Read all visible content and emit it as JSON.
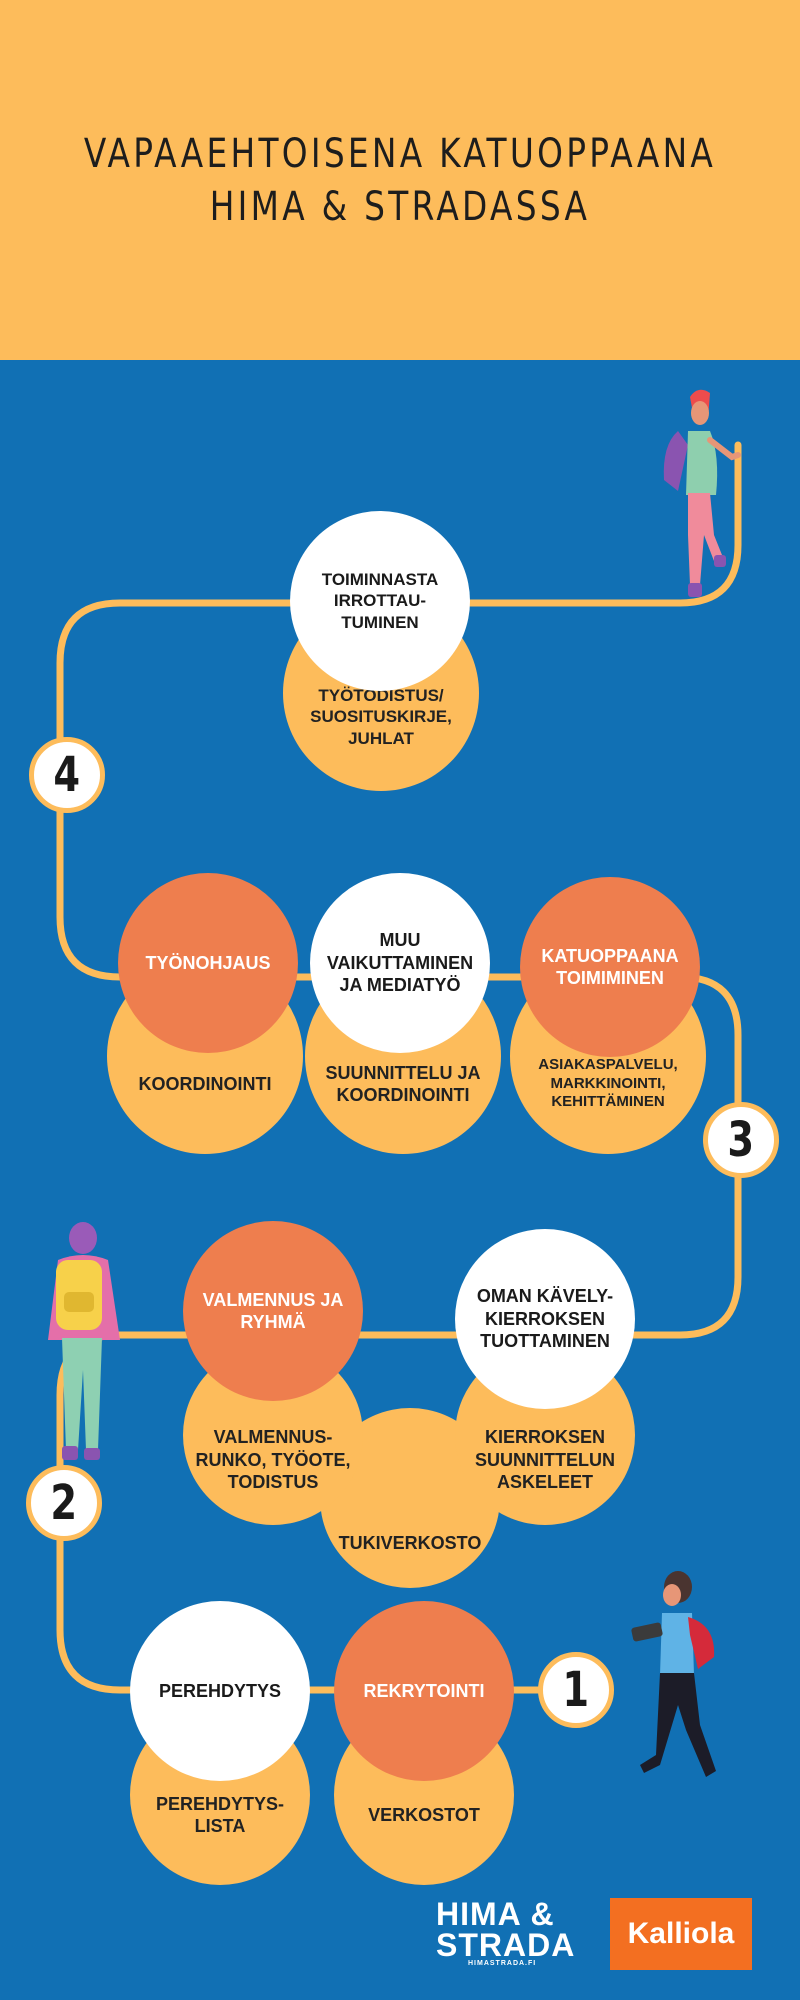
{
  "header": {
    "title_line1": "VAPAAEHTOISENA KATUOPPAANA",
    "title_line2": "HIMA & STRADASSA"
  },
  "colors": {
    "header_bg": "#fdbc5b",
    "body_bg": "#1170b4",
    "path": "#fdbc5b",
    "accent_red": "#ee7e4e",
    "kalliola_orange": "#f36f21"
  },
  "steps": {
    "s1": "1",
    "s2": "2",
    "s3": "3",
    "s4": "4"
  },
  "stage4": {
    "top": "TOIMINNASTA IRROTTAU-TUMINEN",
    "bottom": "TYÖTODISTUS/ SUOSITUSKIRJE, JUHLAT"
  },
  "stage3": {
    "a_top": "TYÖNOHJAUS",
    "a_bottom": "KOORDINOINTI",
    "b_top": "MUU VAIKUTTAMINEN JA MEDIATYÖ",
    "b_bottom": "SUUNNITTELU JA KOORDINOINTI",
    "c_top": "KATUOPPAANA TOIMIMINEN",
    "c_bottom": "ASIAKASPALVELU, MARKKINOINTI, KEHITTÄMINEN"
  },
  "stage2": {
    "a_top": "VALMENNUS JA RYHMÄ",
    "a_bottom": "VALMENNUS-RUNKO, TYÖOTE, TODISTUS",
    "b_top": "OMAN KÄVELY-KIERROKSEN TUOTTAMINEN",
    "b_bottom": "KIERROKSEN SUUNNITTELUN ASKELEET",
    "mid": "TUKIVERKOSTO"
  },
  "stage1": {
    "a_top": "PEREHDYTYS",
    "a_bottom": "PEREHDYTYS-LISTA",
    "b_top": "REKRYTOINTI",
    "b_bottom": "VERKOSTOT"
  },
  "logos": {
    "hima_line1": "HIMA &",
    "hima_line2": "STRADA",
    "hima_url": "HIMASTRADA.FI",
    "kalliola": "Kalliola"
  }
}
